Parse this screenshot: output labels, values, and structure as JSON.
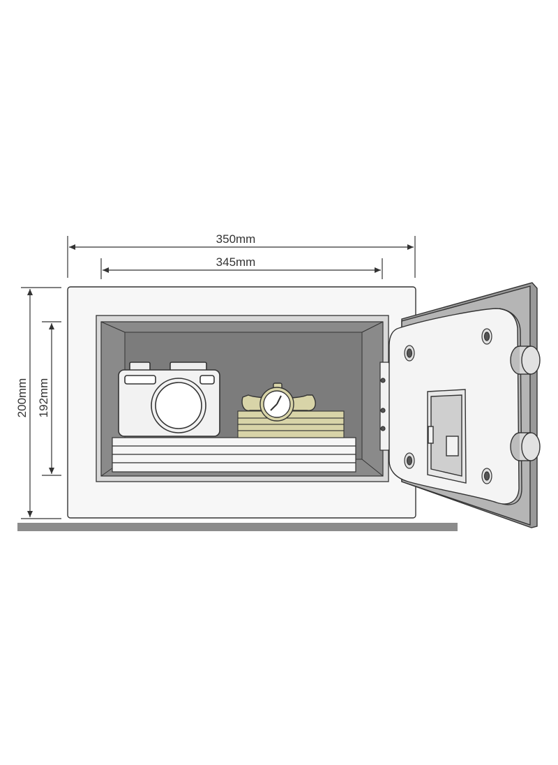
{
  "dimensions": {
    "outer_width": "350mm",
    "inner_width": "345mm",
    "outer_height": "200mm",
    "inner_height": "192mm"
  },
  "colors": {
    "line": "#333333",
    "body_fill": "#f7f7f7",
    "interior_fill": "#8a8a8a",
    "interior_frame": "#cfcfcf",
    "floor": "#8c8c8c",
    "item_fill": "#f2f2f2",
    "money_fill": "#d8d4a8",
    "watch_strap": "#d8d4a8",
    "door_panel": "#f4f4f4",
    "bolt_fill": "#d8d8d8"
  },
  "objects": {
    "camera": "camera-icon",
    "watch": "watch-icon",
    "cash": "cash-stack",
    "documents": "paper-stack",
    "lock": "keypad-lock"
  }
}
